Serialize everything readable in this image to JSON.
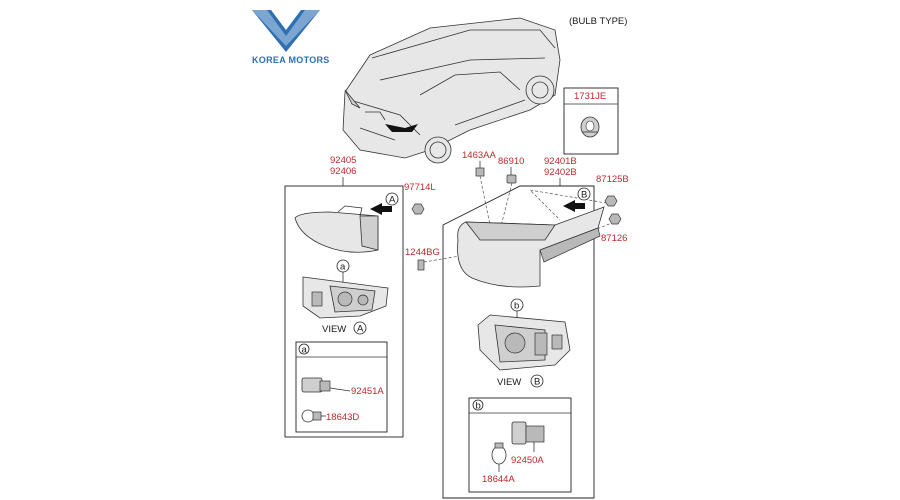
{
  "logo": {
    "text": "KOREA MOTORS"
  },
  "header": {
    "type_note": "(BULB TYPE)"
  },
  "callout_box": {
    "part_no": "1731JE"
  },
  "left_group": {
    "part_no_top": "92405",
    "part_no_bottom": "92406",
    "screw_label": "97714L",
    "view_marker": "A",
    "detail_marker": "a",
    "view_label": "VIEW",
    "view_letter": "A",
    "detail_box_marker": "a",
    "socket_label": "92451A",
    "bulb_label": "18643D"
  },
  "middle_labels": {
    "nut_label": "1463AA",
    "clip_label": "86910",
    "bolt_label": "1244BG"
  },
  "right_group": {
    "part_no_top": "92401B",
    "part_no_bottom": "92402B",
    "screw_top_label": "87125B",
    "screw_bottom_label": "87126",
    "view_marker": "B",
    "detail_marker": "b",
    "view_label": "VIEW",
    "view_letter": "B",
    "detail_box_marker": "b",
    "socket_label": "92450A",
    "bulb_label": "18644A"
  },
  "colors": {
    "label_red": "#c0282d",
    "logo_blue": "#2f6fb3"
  }
}
